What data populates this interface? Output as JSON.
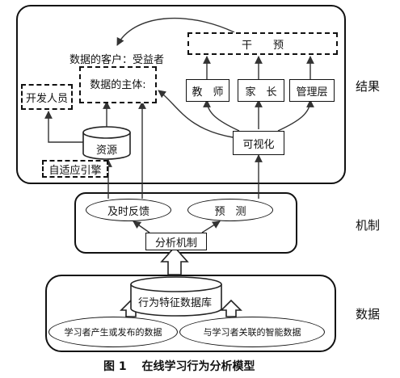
{
  "labels": {
    "results": "结果",
    "mechanism": "机制",
    "data": "数据"
  },
  "results": {
    "intervention": "干　　预",
    "data_clients": "数据的客户：受益者",
    "data_subject": "数据的主体:",
    "developers": "开发人员",
    "teacher": "教　师",
    "parent": "家　长",
    "management": "管理层",
    "resources": "资源",
    "visualization": "可视化",
    "adaptive_engine": "自适应引擎"
  },
  "mechanism": {
    "timely_feedback": "及时反馈",
    "prediction": "预　测",
    "analysis_mechanism": "分析机制"
  },
  "data": {
    "database": "行为特征数据库",
    "learner_generated": "学习者产生或发布的数据",
    "learner_related": "与学习者关联的智能数据"
  },
  "caption": "图 1　 在线学习行为分析模型"
}
